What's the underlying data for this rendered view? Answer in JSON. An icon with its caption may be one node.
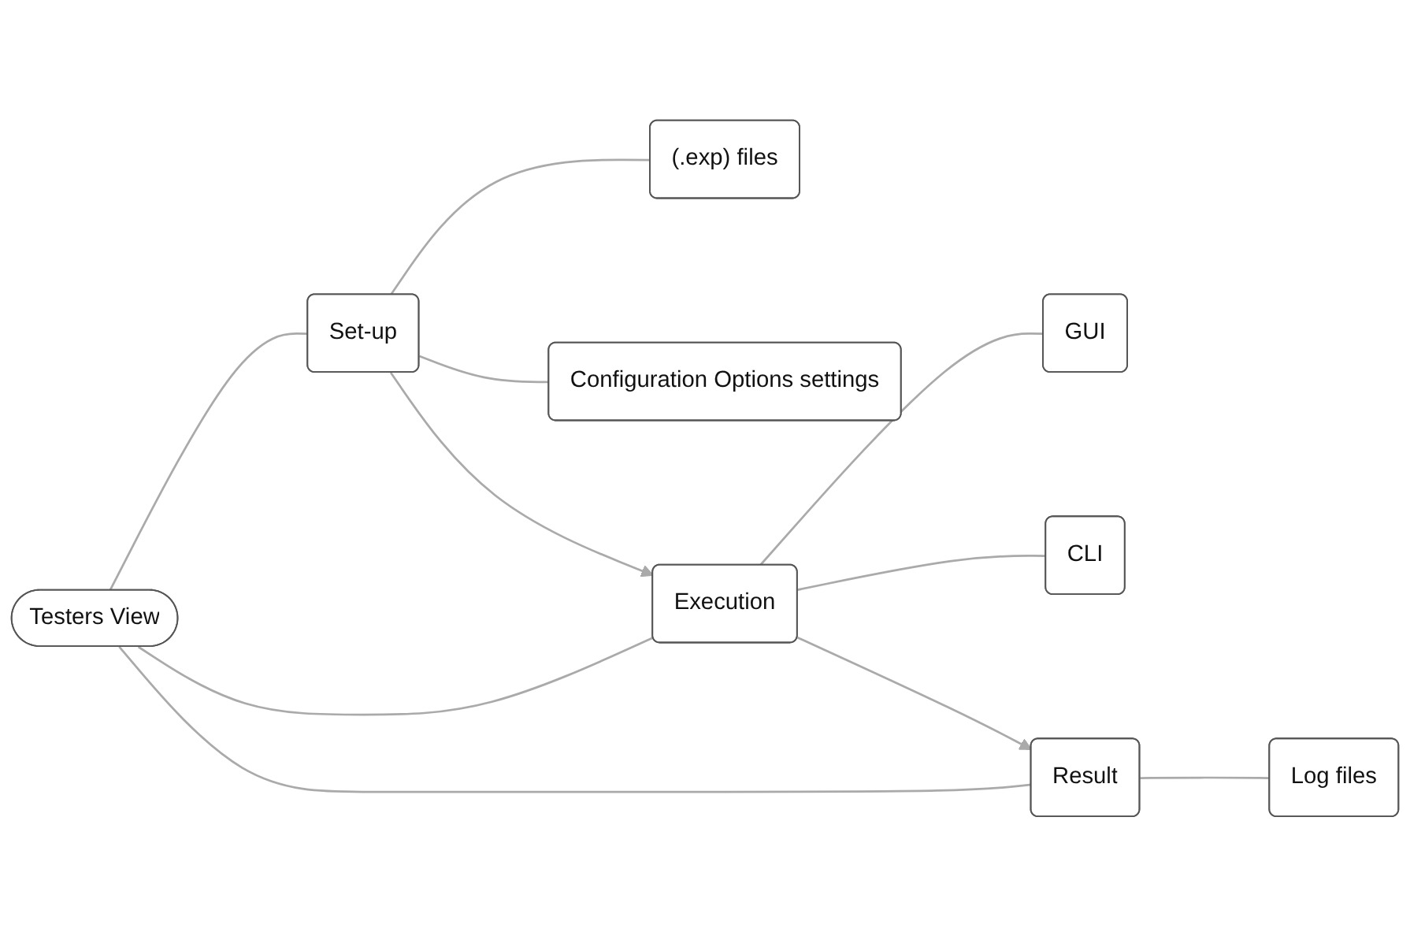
{
  "diagram": {
    "nodes": [
      {
        "text": [
          "Testers View"
        ]
      },
      {
        "text": [
          "Set-up"
        ]
      },
      {
        "text": [
          "(.exp) files"
        ]
      },
      {
        "text": [
          "Configuration Options settings"
        ]
      },
      {
        "text": [
          "Execution"
        ]
      },
      {
        "text": [
          "GUI"
        ]
      },
      {
        "text": [
          "CLI"
        ]
      },
      {
        "text": [
          "Result"
        ]
      },
      {
        "text": [
          "Log files"
        ]
      }
    ],
    "edges": [
      {
        "from": 0,
        "to": 1,
        "arrow": "none"
      },
      {
        "from": 1,
        "to": 2,
        "arrow": "none"
      },
      {
        "from": 1,
        "to": 3,
        "arrow": "none"
      },
      {
        "from": 1,
        "to": 4,
        "arrow": "to"
      },
      {
        "from": 0,
        "to": 4,
        "arrow": "none"
      },
      {
        "from": 4,
        "to": 5,
        "arrow": "none"
      },
      {
        "from": 4,
        "to": 6,
        "arrow": "none"
      },
      {
        "from": 4,
        "to": 7,
        "arrow": "to"
      },
      {
        "from": 0,
        "to": 7,
        "arrow": "none"
      },
      {
        "from": 7,
        "to": 8,
        "arrow": "none"
      }
    ]
  }
}
